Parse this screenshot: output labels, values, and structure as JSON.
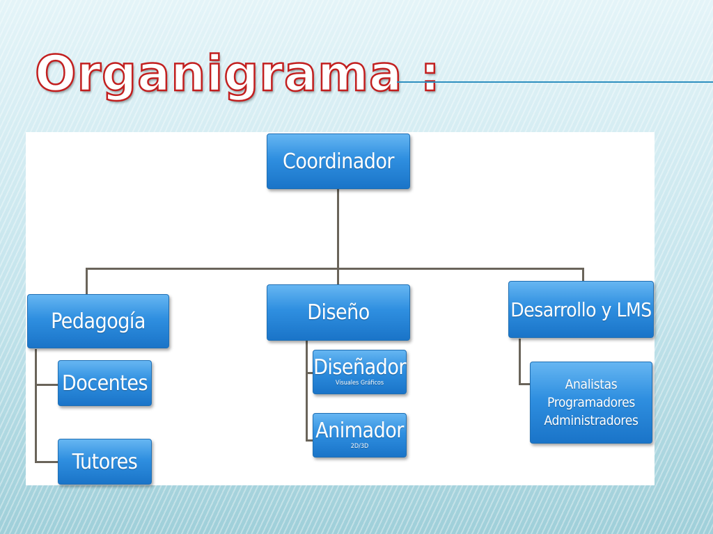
{
  "slide": {
    "title": "Organigrama :"
  },
  "orgchart": {
    "root": "Coordinador",
    "departments": {
      "pedagogia": {
        "label": "Pedagogía",
        "children": [
          "Docentes",
          "Tutores"
        ]
      },
      "diseno": {
        "label": "Diseño",
        "children": [
          {
            "label": "Diseñador",
            "note": "Visuales Gráficos"
          },
          {
            "label": "Animador",
            "note": "2D/3D"
          }
        ]
      },
      "desarrollo": {
        "label": "Desarrollo y LMS",
        "children": [
          {
            "lines": [
              "Analistas",
              "Programadores",
              "Administradores"
            ]
          }
        ]
      }
    }
  },
  "colors": {
    "node_fill": "#2f8fe0",
    "connector": "#6a645a",
    "title_outline": "#c21f1f",
    "accent_rule": "#2d8fbf"
  }
}
